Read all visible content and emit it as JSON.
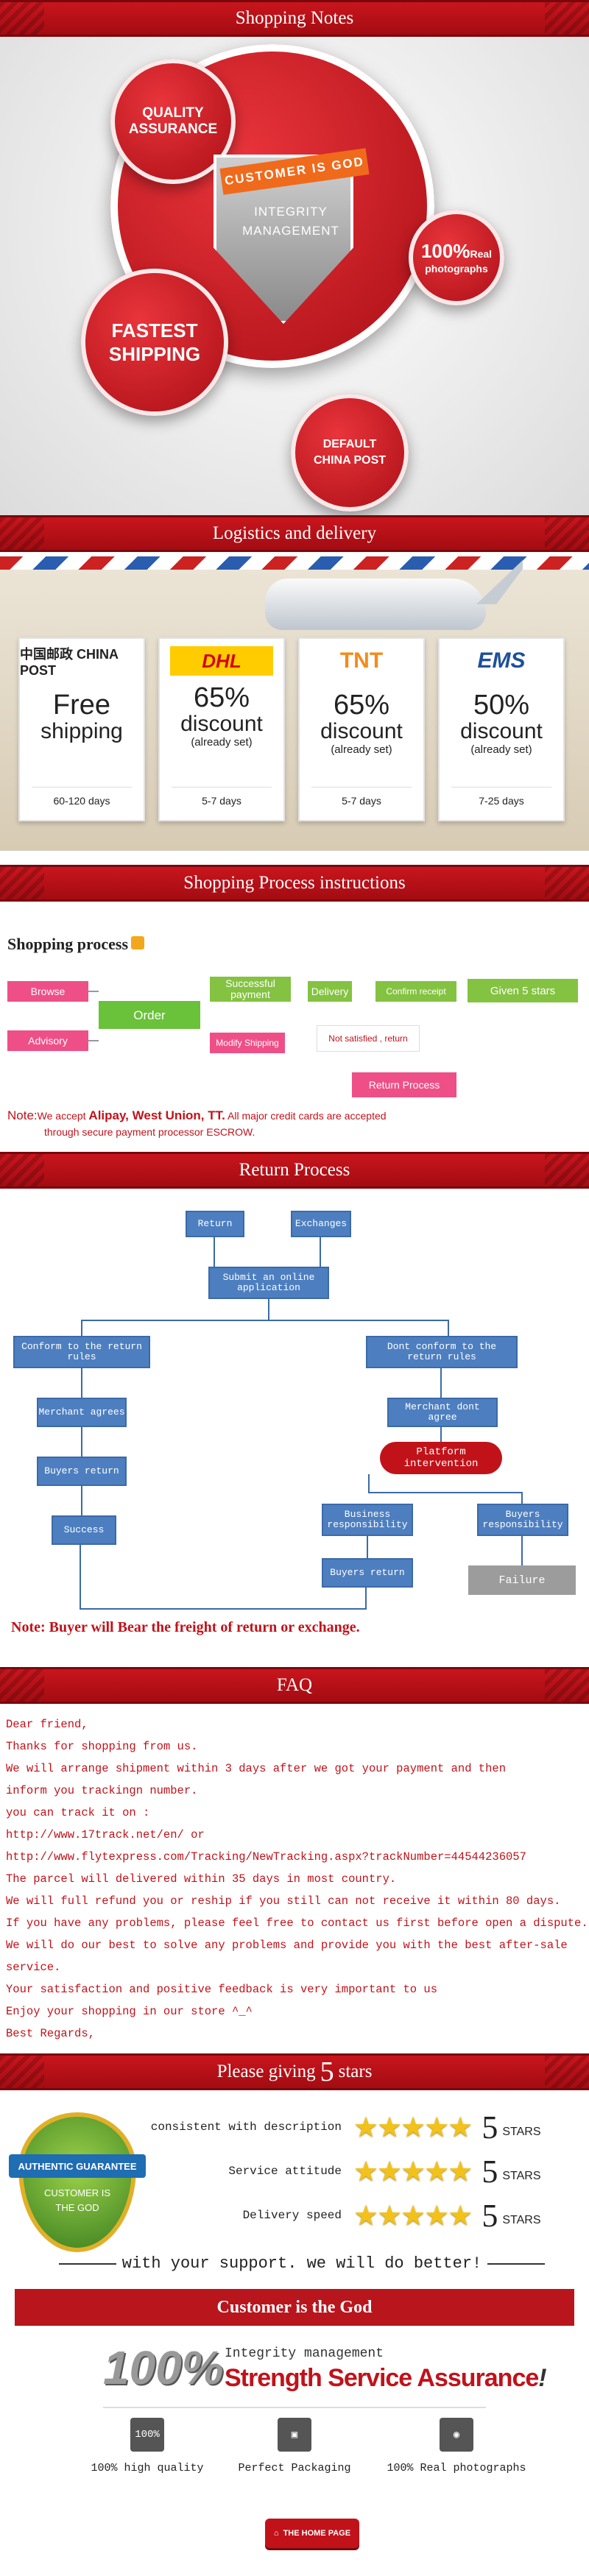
{
  "sections": {
    "shopping_notes": "Shopping Notes",
    "logistics": "Logistics and delivery",
    "process": "Shopping Process instructions",
    "return": "Return Process",
    "faq": "FAQ",
    "stars_prefix": "Please giving",
    "stars_num": "5",
    "stars_suffix": "stars"
  },
  "notes": {
    "quality": "QUALITY ASSURANCE",
    "ribbon": "CUSTOMER IS GOD",
    "integrity": "INTEGRITY MANAGEMENT",
    "real_big": "100%",
    "real_word": "Real",
    "real_small": "photographs",
    "fastest": "FASTEST SHIPPING",
    "default": "DEFAULT CHINA POST"
  },
  "carriers": [
    {
      "logo": "中国邮政 CHINA POST",
      "line1": "Free",
      "line2": "shipping",
      "line3": "",
      "days": "60-120 days",
      "color": "#1d7a3c"
    },
    {
      "logo": "DHL",
      "line1": "65%",
      "line2": "discount",
      "line3": "(already set)",
      "days": "5-7 days",
      "color": "#d40511"
    },
    {
      "logo": "TNT",
      "line1": "65%",
      "line2": "discount",
      "line3": "(already set)",
      "days": "5-7 days",
      "color": "#f28c1c"
    },
    {
      "logo": "EMS",
      "line1": "50%",
      "line2": "discount",
      "line3": "(already set)",
      "days": "7-25 days",
      "color": "#1d4f9c"
    }
  ],
  "process": {
    "heading": "Shopping process",
    "browse": "Browse",
    "advisory": "Advisory",
    "order": "Order",
    "payment": "Successful payment",
    "modify": "Modify Shipping",
    "delivery": "Delivery",
    "confirm": "Confirm receipt",
    "stars": "Given 5 stars",
    "not_satisfied": "Not satisfied , return",
    "return_process": "Return Process",
    "note_label": "Note:",
    "note_pre": "We accept ",
    "note_bold": "Alipay, West Union, TT.",
    "note_post": " All major credit cards are accepted",
    "note_line2": "through secure payment processor ESCROW."
  },
  "returns": {
    "return": "Return",
    "exchanges": "Exchanges",
    "submit": "Submit an online application",
    "conform": "Conform to the return rules",
    "dont": "Dont conform to the return rules",
    "merchant1": "Merchant agrees",
    "merchant2": "Merchant dont agree",
    "platform": "Platform intervention",
    "buyers_return": "Buyers return",
    "business": "Business responsibility",
    "buyers_resp": "Buyers responsibility",
    "success": "Success",
    "buyers_return2": "Buyers return",
    "failure": "Failure",
    "note": "Note:  Buyer will Bear the freight of return or exchange."
  },
  "faq": [
    "Dear friend,",
    "Thanks for shopping from us.",
    "We will arrange shipment within 3 days after we got your payment and then",
    "inform you trackingn number.",
    "you can track it on :",
    "http://www.17track.net/en/                          or",
    "http://www.flytexpress.com/Tracking/NewTracking.aspx?trackNumber=44544236057",
    "The parcel will delivered within 35 days in most country.",
    "We will full refund you or reship if you still can not receive it within 80 days.",
    "If you have any problems, please feel free to contact us first before open a dispute.",
    "We will do our best to solve any problems and provide you with the best after-sale",
    "service.",
    "Your satisfaction and positive feedback is very important to us",
    "Enjoy your shopping in our store ^_^",
    "Best Regards,"
  ],
  "badge": {
    "top": "AUTHENTIC GUARANTEE",
    "bottom": "CUSTOMER IS THE GOD"
  },
  "ratings": [
    {
      "label": "consistent with description",
      "stars": 5,
      "num": "5",
      "word": "STARS"
    },
    {
      "label": "Service attitude",
      "stars": 5,
      "num": "5",
      "word": "STARS"
    },
    {
      "label": "Delivery speed",
      "stars": 5,
      "num": "5",
      "word": "STARS"
    }
  ],
  "support": "with your support. we will do better!",
  "god_banner": "Customer is the God",
  "assurance": {
    "big": "100%",
    "integrity": "Integrity management",
    "strength": "Strength Service Assurance",
    "excl": "!"
  },
  "features": [
    {
      "icon": "100%",
      "label": "100% high quality"
    },
    {
      "icon": "▣",
      "label": "Perfect Packaging"
    },
    {
      "icon": "◉",
      "label": "100% Real photographs"
    }
  ],
  "home_button": "THE HOME PAGE"
}
